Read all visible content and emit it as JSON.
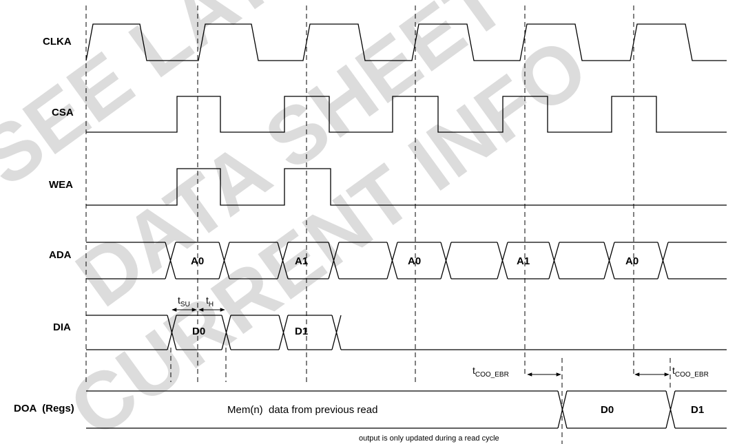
{
  "watermark": {
    "line1": "SEE LATTICE SITE",
    "line2": "DATA SHEET",
    "line3": "CURRENT INFO"
  },
  "signals": {
    "clka": "CLKA",
    "csa": "CSA",
    "wea": "WEA",
    "ada": "ADA",
    "dia": "DIA",
    "doa": "DOA  (Regs)"
  },
  "ada_values": {
    "a0_1": "A0",
    "a1_1": "A1",
    "a0_2": "A0",
    "a1_2": "A1",
    "a0_3": "A0"
  },
  "dia_values": {
    "d0": "D0",
    "d1": "D1"
  },
  "doa_values": {
    "mem_text": "Mem(n)  data from previous read",
    "d0": "D0",
    "d1": "D1"
  },
  "timing": {
    "tsu_base": "t",
    "tsu_sub": "SU",
    "th_base": "t",
    "th_sub": "H",
    "tcoo1_base": "t",
    "tcoo1_sub": "COO_EBR",
    "tcoo2_base": "t",
    "tcoo2_sub": "COO_EBR"
  },
  "notes": {
    "read_cycle": "output is only updated during a read cycle"
  }
}
